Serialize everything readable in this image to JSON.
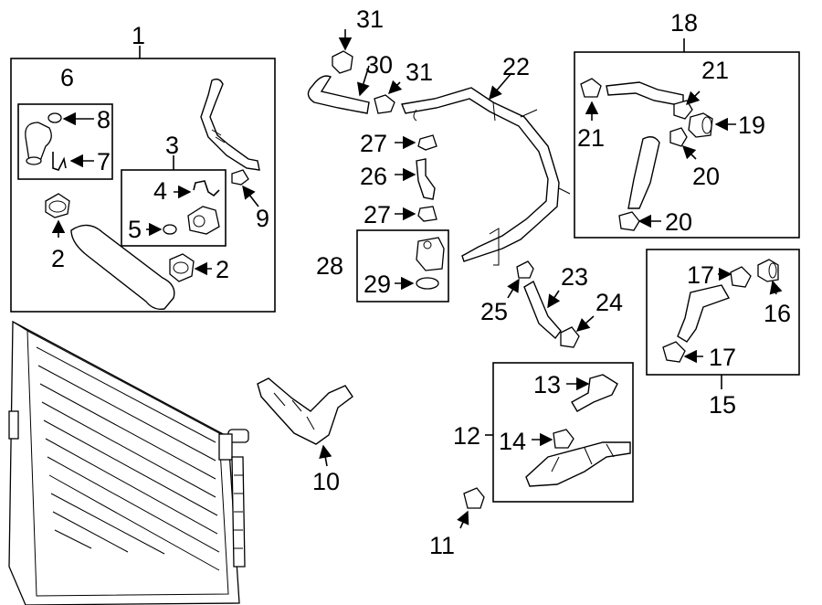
{
  "callouts": {
    "c1": "1",
    "c2a": "2",
    "c2b": "2",
    "c3": "3",
    "c4": "4",
    "c5": "5",
    "c6": "6",
    "c7": "7",
    "c8": "8",
    "c9": "9",
    "c10": "10",
    "c11": "11",
    "c12": "12",
    "c13": "13",
    "c14": "14",
    "c15": "15",
    "c16": "16",
    "c17a": "17",
    "c17b": "17",
    "c18": "18",
    "c19": "19",
    "c20a": "20",
    "c20b": "20",
    "c21a": "21",
    "c21b": "21",
    "c22": "22",
    "c23": "23",
    "c24": "24",
    "c25": "25",
    "c26": "26",
    "c27a": "27",
    "c27b": "27",
    "c28": "28",
    "c29": "29",
    "c30": "30",
    "c31a": "31",
    "c31b": "31"
  },
  "parts": [
    "radiator",
    "radiator-hose-lower",
    "hose-clamp",
    "water-pump-housing",
    "thermostat",
    "o-ring",
    "coolant-outlet",
    "sensor-clip",
    "seal",
    "bypass-pipe",
    "upper-hose",
    "coolant-pipe",
    "heater-hose",
    "hose-connector"
  ],
  "colors": {
    "line": "#000000",
    "background": "#ffffff"
  }
}
